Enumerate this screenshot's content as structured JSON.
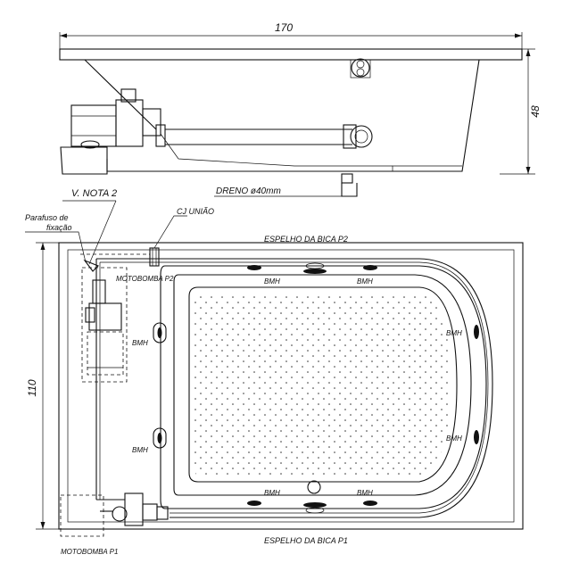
{
  "dimensions": {
    "width": "170",
    "height_side": "48",
    "depth_plan": "110"
  },
  "labels": {
    "drain": "DRENO ø40mm",
    "note": "V. NOTA 2",
    "screw": [
      "Parafuso de",
      "fixação"
    ],
    "union": "CJ UNIÃO",
    "faucet_p2": "ESPELHO DA BICA P2",
    "faucet_p1": "ESPELHO DA BICA P1",
    "pump_p2": "MOTOBOMBA P2",
    "pump_p1": "MOTOBOMBA P1"
  },
  "jets": {
    "label": "BMH",
    "count": 8
  }
}
